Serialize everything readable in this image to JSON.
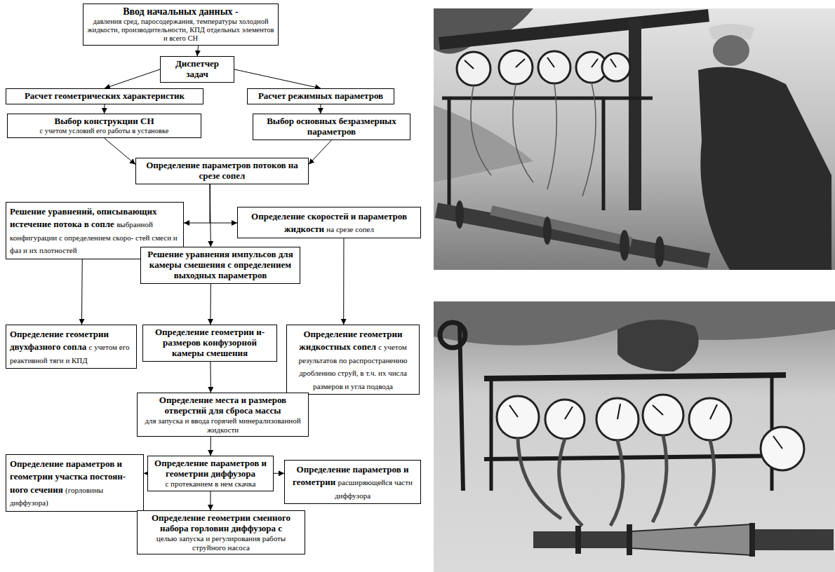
{
  "diagram": {
    "nodes": [
      {
        "text": [
          "Ввод начальных данных -",
          "давления сред, паросодержания, температуры холодной жидкости, производительности, КПД отдельных элементов и всего СН"
        ]
      },
      {
        "text": [
          "Диспетчер задач"
        ]
      },
      {
        "text": [
          "Расчет геометрических характеристик"
        ]
      },
      {
        "text": [
          "Расчет режимных параметров"
        ]
      },
      {
        "text": [
          "Выбор конструкции СН",
          "с учетом условий его работы в установке"
        ]
      },
      {
        "text": [
          "Выбор основных безразмерных параметров"
        ]
      },
      {
        "text": [
          "Определение параметров потоков на срезе сопел"
        ]
      },
      {
        "text": [
          "Решение уравнений, описывающих истечение потока в сопле",
          "выбранной конфигурации с определением скоро- стей смеси и фаз и их плотностей"
        ]
      },
      {
        "text": [
          "Определение скоростей и параметров жидкости",
          "на срезе сопел"
        ]
      },
      {
        "text": [
          "Решение уравнения импульсов для камеры смешения с определением выходных параметров"
        ]
      },
      {
        "text": [
          "Определение геометрии двухфазного сопла",
          "с учетом его реактивной тяги и КПД"
        ]
      },
      {
        "text": [
          "Определение геометрии и- размеров конфузорной камеры смешения"
        ]
      },
      {
        "text": [
          "Определение геометрии жидкостных сопел",
          "с учетом результатов по распространению дроблению струй, в т.ч. их числа размеров и угла подвода"
        ]
      },
      {
        "text": [
          "Определение места и размеров отверстий для сброса массы",
          "для запуска и ввода горячей минерализованной жидкости"
        ]
      },
      {
        "text": [
          "Определение параметров и геометрии участка постоян- ного сечения",
          "(горловины диффузора)"
        ]
      },
      {
        "text": [
          "Определение параметров и геометрии диффузора",
          "с протеканием в нем скачка"
        ]
      },
      {
        "text": [
          "Определение параметров и геометрии",
          "расширяющейся части диффузора"
        ]
      },
      {
        "text": [
          "Определение геометрии сменного набора горловин диффузора с",
          "целью запуска и регулирования работы струйного насоса"
        ]
      }
    ],
    "edges": [
      {
        "from": 0,
        "to": 1,
        "arrow": "to"
      },
      {
        "from": 1,
        "to": 2,
        "arrow": "to"
      },
      {
        "from": 1,
        "to": 3,
        "arrow": "to"
      },
      {
        "from": 2,
        "to": 4,
        "arrow": "to"
      },
      {
        "from": 3,
        "to": 5,
        "arrow": "to"
      },
      {
        "from": 4,
        "to": 6,
        "arrow": "to"
      },
      {
        "from": 5,
        "to": 6,
        "arrow": "to"
      },
      {
        "from": 6,
        "to": 7,
        "arrow": "to"
      },
      {
        "from": 6,
        "to": 8,
        "arrow": "to"
      },
      {
        "from": 6,
        "to": 9,
        "arrow": "to"
      },
      {
        "from": 7,
        "to": 10,
        "arrow": "to"
      },
      {
        "from": 8,
        "to": 12,
        "arrow": "to"
      },
      {
        "from": 9,
        "to": 11,
        "arrow": "to"
      },
      {
        "from": 11,
        "to": 13,
        "arrow": "to"
      },
      {
        "from": 13,
        "to": 15,
        "arrow": "to"
      },
      {
        "from": 15,
        "to": 14,
        "arrow": "to"
      },
      {
        "from": 15,
        "to": 16,
        "arrow": "to"
      },
      {
        "from": 15,
        "to": 17,
        "arrow": "to"
      }
    ]
  }
}
